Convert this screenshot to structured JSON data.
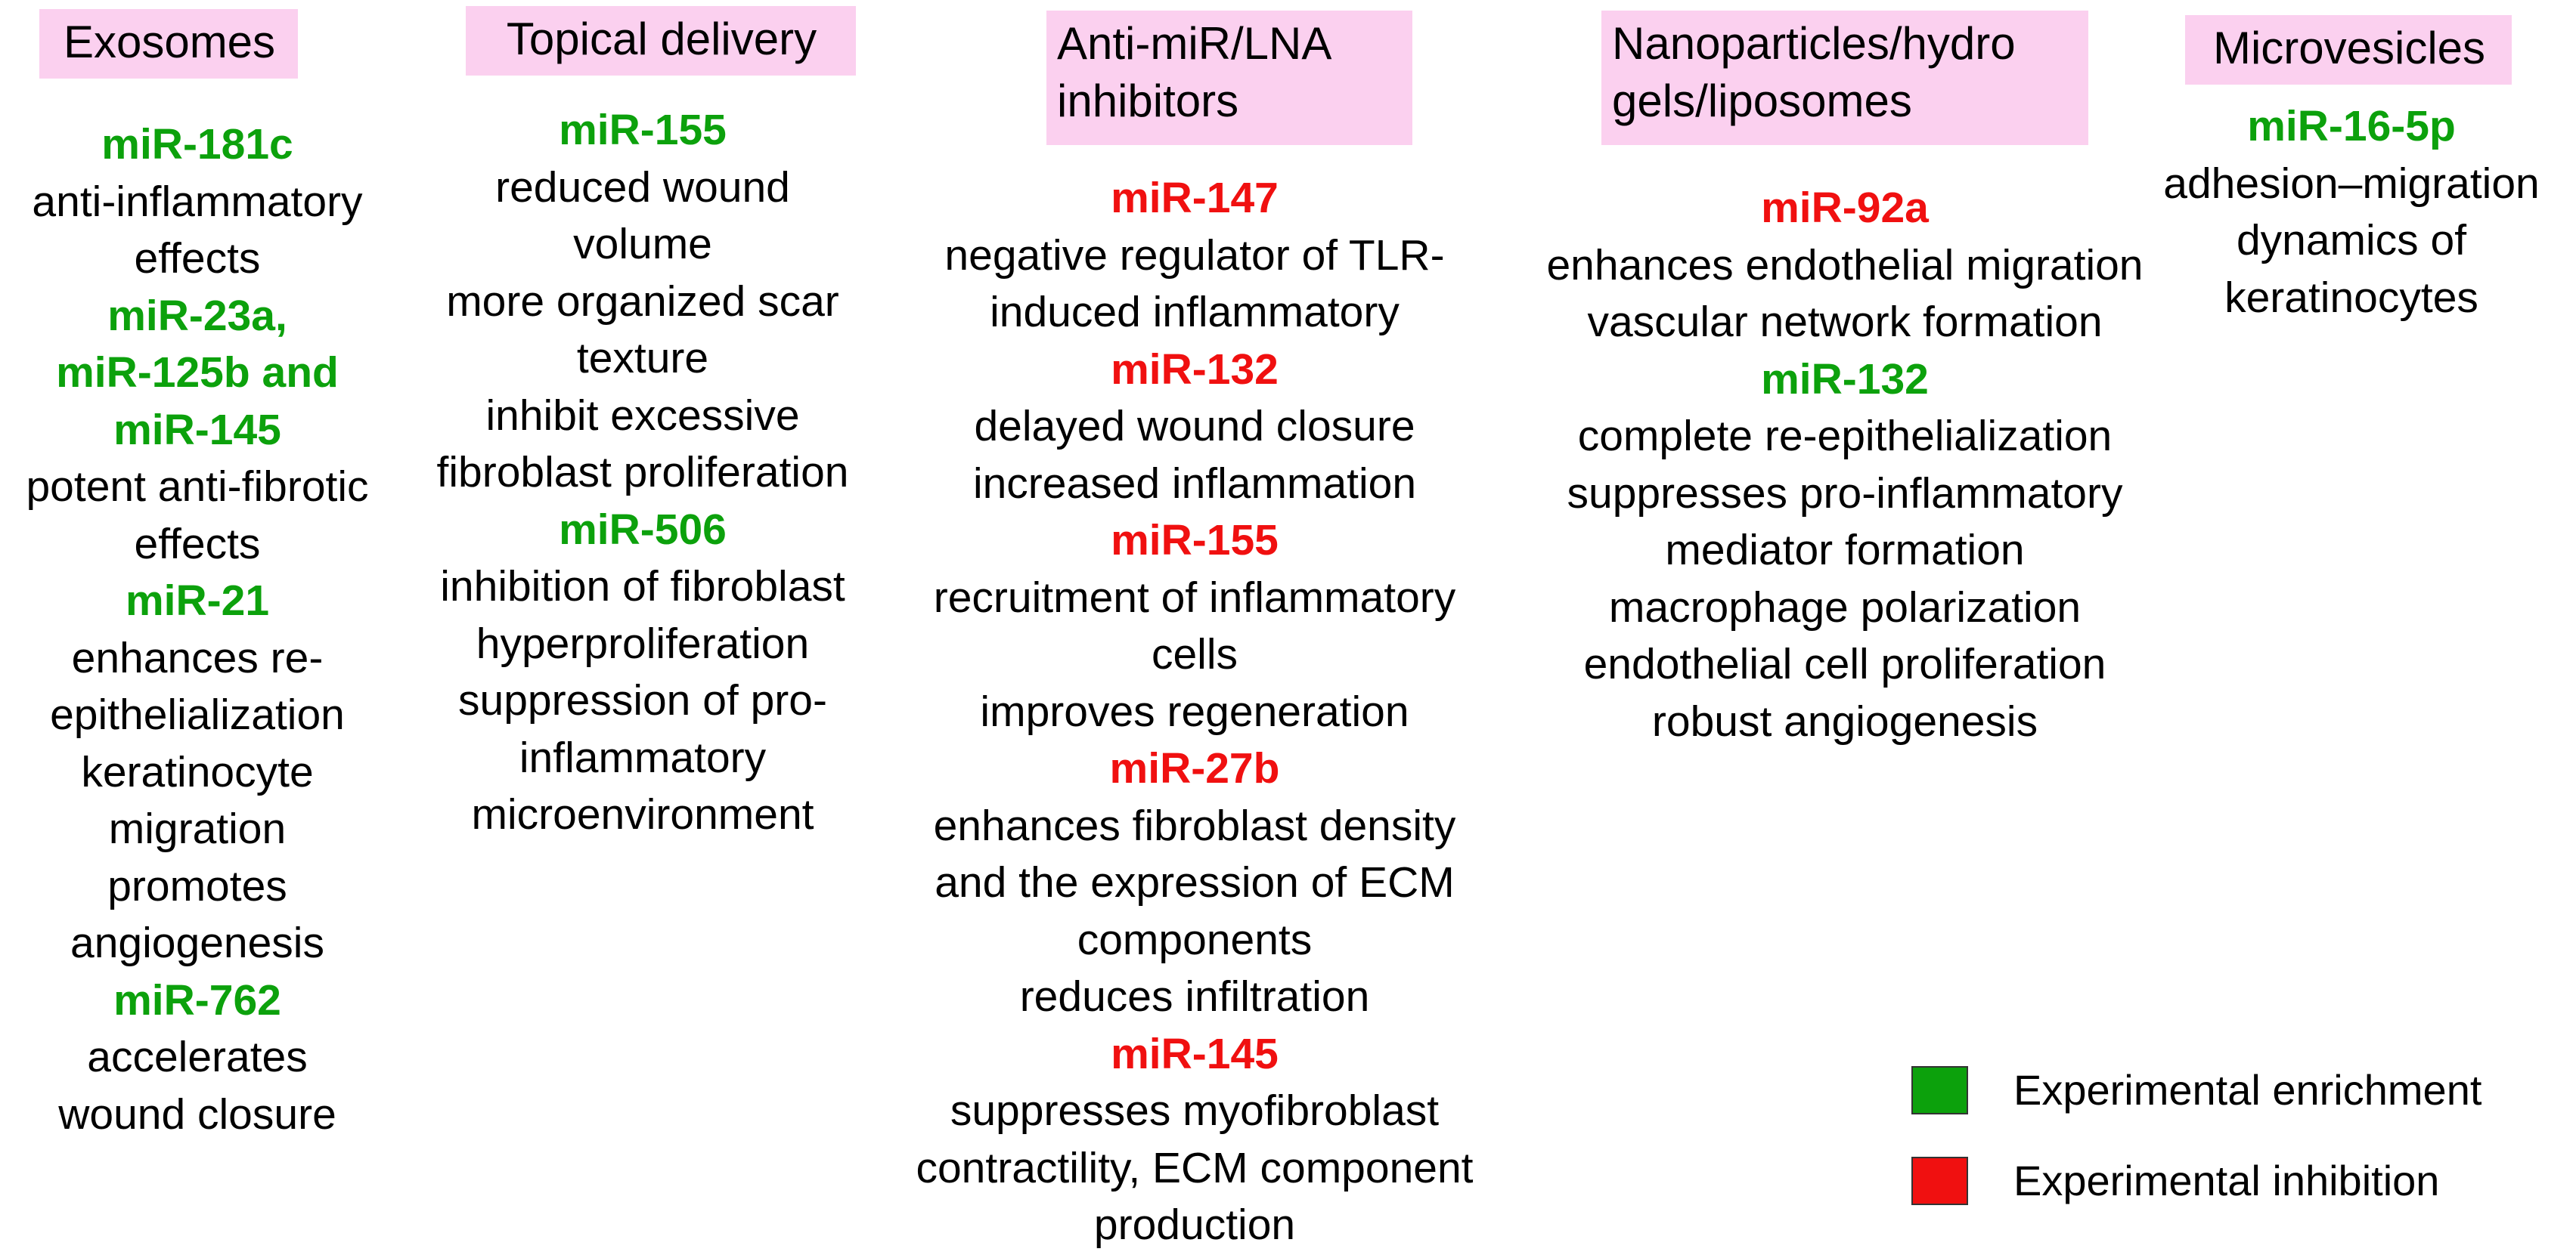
{
  "colors": {
    "header_bg": "#fbd0ef",
    "enrichment": "#0ca10c",
    "inhibition": "#f01010"
  },
  "columns": [
    {
      "header": [
        "Exosomes"
      ],
      "lines": [
        {
          "text": "miR-181c",
          "type": "mir",
          "color": "green"
        },
        {
          "text": "anti-inflammatory",
          "type": "text"
        },
        {
          "text": "effects",
          "type": "text"
        },
        {
          "text": "miR-23a,",
          "type": "mir",
          "color": "green"
        },
        {
          "text": "miR-125b and",
          "type": "mir",
          "color": "green"
        },
        {
          "text": "miR-145",
          "type": "mir",
          "color": "green"
        },
        {
          "text": "potent anti-fibrotic",
          "type": "text"
        },
        {
          "text": "effects",
          "type": "text"
        },
        {
          "text": "miR-21",
          "type": "mir",
          "color": "green"
        },
        {
          "text": "enhances re-",
          "type": "text"
        },
        {
          "text": "epithelialization",
          "type": "text"
        },
        {
          "text": "keratinocyte",
          "type": "text"
        },
        {
          "text": "migration",
          "type": "text"
        },
        {
          "text": "promotes",
          "type": "text"
        },
        {
          "text": "angiogenesis",
          "type": "text"
        },
        {
          "text": "miR-762",
          "type": "mir",
          "color": "green"
        },
        {
          "text": "accelerates",
          "type": "text"
        },
        {
          "text": "wound closure",
          "type": "text"
        }
      ]
    },
    {
      "header": [
        "Topical delivery"
      ],
      "lines": [
        {
          "text": "miR-155",
          "type": "mir",
          "color": "green"
        },
        {
          "text": "reduced wound",
          "type": "text"
        },
        {
          "text": "volume",
          "type": "text"
        },
        {
          "text": "more organized scar",
          "type": "text"
        },
        {
          "text": "texture",
          "type": "text"
        },
        {
          "text": "inhibit excessive",
          "type": "text"
        },
        {
          "text": "fibroblast proliferation",
          "type": "text"
        },
        {
          "text": "miR-506",
          "type": "mir",
          "color": "green"
        },
        {
          "text": "inhibition of fibroblast",
          "type": "text"
        },
        {
          "text": "hyperproliferation",
          "type": "text"
        },
        {
          "text": "suppression of pro-",
          "type": "text"
        },
        {
          "text": "inflammatory",
          "type": "text"
        },
        {
          "text": "microenvironment",
          "type": "text"
        }
      ]
    },
    {
      "header": [
        "Anti-miR/LNA",
        "inhibitors"
      ],
      "lines": [
        {
          "text": "miR-147",
          "type": "mir",
          "color": "red"
        },
        {
          "text": "negative regulator of TLR-",
          "type": "text"
        },
        {
          "text": "induced inflammatory",
          "type": "text"
        },
        {
          "text": "miR-132",
          "type": "mir",
          "color": "red"
        },
        {
          "text": "delayed wound closure",
          "type": "text"
        },
        {
          "text": "increased inflammation",
          "type": "text"
        },
        {
          "text": "miR-155",
          "type": "mir",
          "color": "red"
        },
        {
          "text": "recruitment of inflammatory",
          "type": "text"
        },
        {
          "text": "cells",
          "type": "text"
        },
        {
          "text": "improves regeneration",
          "type": "text"
        },
        {
          "text": "miR-27b",
          "type": "mir",
          "color": "red"
        },
        {
          "text": "enhances fibroblast density",
          "type": "text"
        },
        {
          "text": "and the expression of ECM",
          "type": "text"
        },
        {
          "text": "components",
          "type": "text"
        },
        {
          "text": "reduces infiltration",
          "type": "text"
        },
        {
          "text": "miR-145",
          "type": "mir",
          "color": "red"
        },
        {
          "text": "suppresses myofibroblast",
          "type": "text"
        },
        {
          "text": "contractility, ECM component",
          "type": "text"
        },
        {
          "text": "production",
          "type": "text"
        }
      ]
    },
    {
      "header": [
        "Nanoparticles/hydro",
        "gels/liposomes"
      ],
      "lines": [
        {
          "text": "miR-92a",
          "type": "mir",
          "color": "red"
        },
        {
          "text": "enhances endothelial migration",
          "type": "text"
        },
        {
          "text": "vascular network formation",
          "type": "text"
        },
        {
          "text": "miR-132",
          "type": "mir",
          "color": "green"
        },
        {
          "text": "complete re-epithelialization",
          "type": "text"
        },
        {
          "text": "suppresses pro-inflammatory",
          "type": "text"
        },
        {
          "text": "mediator formation",
          "type": "text"
        },
        {
          "text": "macrophage polarization",
          "type": "text"
        },
        {
          "text": "endothelial cell proliferation",
          "type": "text"
        },
        {
          "text": "robust angiogenesis",
          "type": "text"
        }
      ]
    },
    {
      "header": [
        "Microvesicles"
      ],
      "lines": [
        {
          "text": "miR-16-5p",
          "type": "mir",
          "color": "green"
        },
        {
          "text": "adhesion–migration",
          "type": "text"
        },
        {
          "text": "dynamics of",
          "type": "text"
        },
        {
          "text": "keratinocytes",
          "type": "text"
        }
      ]
    }
  ],
  "legend": [
    {
      "label": "Experimental enrichment",
      "color": "#0ca10c"
    },
    {
      "label": "Experimental inhibition",
      "color": "#f01010"
    }
  ]
}
